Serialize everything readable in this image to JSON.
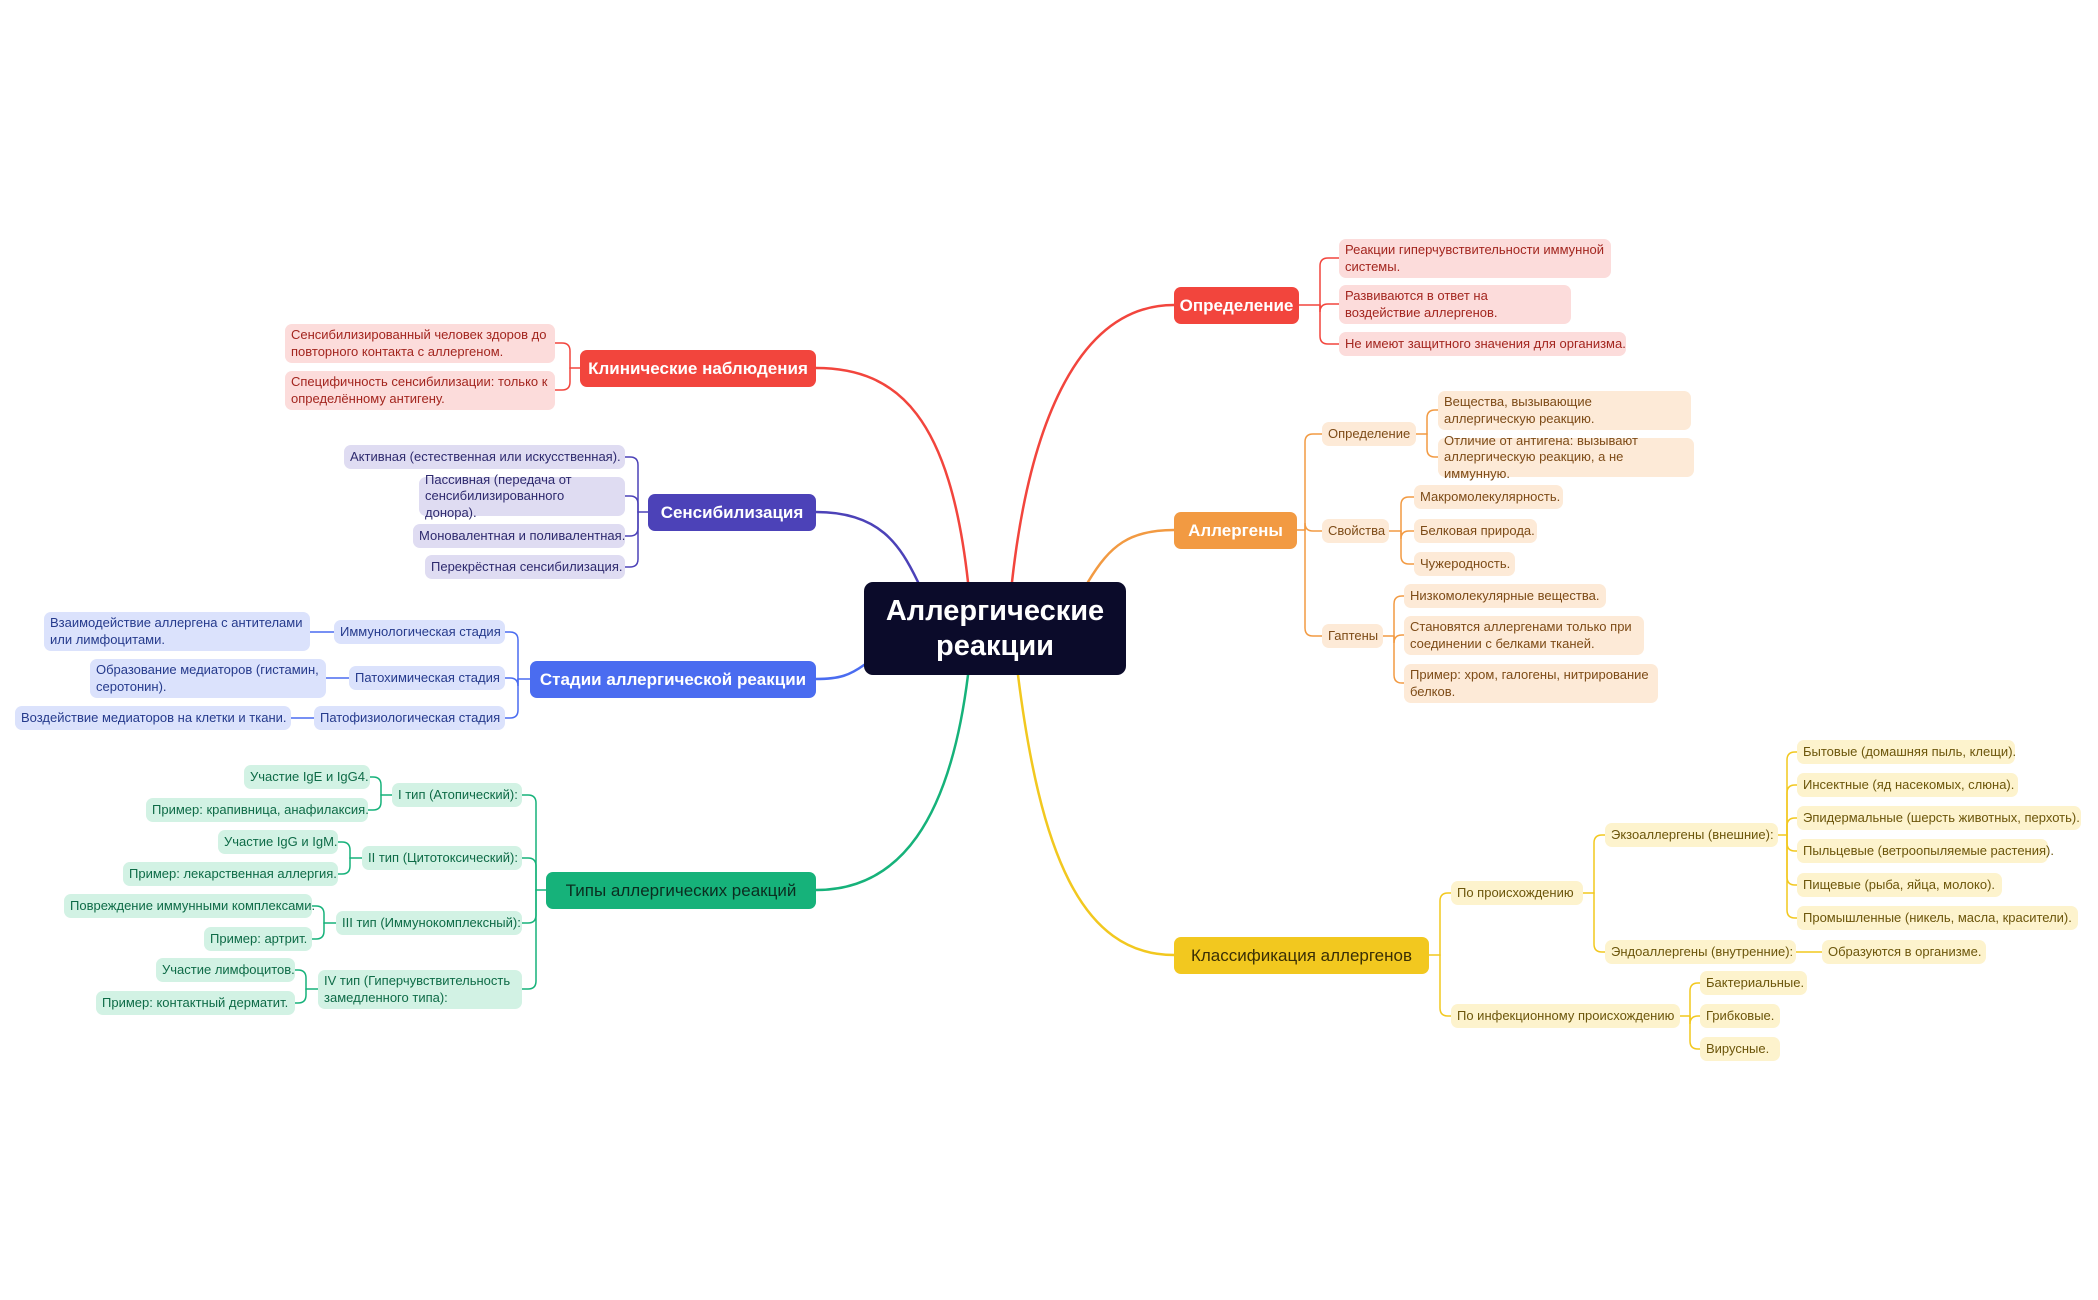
{
  "colors": {
    "red": "#f2453d",
    "red_light": "#fcdcdb",
    "red_text": "#a3261f",
    "orange": "#f29a42",
    "orange_light": "#fdead7",
    "orange_text": "#7d4b17",
    "yellow": "#f2c81f",
    "yellow_light": "#fdf3cd",
    "yellow_text": "#6c560b",
    "purple": "#4c42b8",
    "purple_light": "#dfdcf2",
    "purple_text": "#2e2a6e",
    "blue": "#4a6cf0",
    "blue_light": "#dbe2fc",
    "blue_text": "#253a8c",
    "green": "#16b27a",
    "green_light": "#d2f2e4",
    "green_text": "#0e6b47"
  },
  "center": "Аллергические реакции",
  "right": {
    "definition": {
      "title": "Определение",
      "items": [
        "Реакции гиперчувствительности иммунной системы.",
        "Развиваются в ответ на воздействие аллергенов.",
        "Не имеют защитного значения для организма."
      ]
    },
    "allergens": {
      "title": "Аллергены",
      "definition": {
        "title": "Определение",
        "items": [
          "Вещества, вызывающие аллергическую реакцию.",
          "Отличие от антигена: вызывают аллергическую реакцию, а не иммунную."
        ]
      },
      "properties": {
        "title": "Свойства",
        "items": [
          "Макромолекулярность.",
          "Белковая природа.",
          "Чужеродность."
        ]
      },
      "haptens": {
        "title": "Гаптены",
        "items": [
          "Низкомолекулярные вещества.",
          "Становятся аллергенами только при соединении с белками тканей.",
          "Пример: хром, галогены, нитрирование белков."
        ]
      }
    },
    "classification": {
      "title": "Классификация аллергенов",
      "by_origin": {
        "title": "По происхождению",
        "exo": {
          "title": "Экзоаллергены (внешние):",
          "items": [
            "Бытовые (домашняя пыль, клещи).",
            "Инсектные (яд насекомых, слюна).",
            "Эпидермальные (шерсть животных, перхоть).",
            "Пыльцевые (ветроопыляемые растения).",
            "Пищевые (рыба, яйца, молоко).",
            "Промышленные (никель, масла, красители)."
          ]
        },
        "endo": {
          "title": "Эндоаллергены (внутренние):",
          "items": [
            "Образуются в организме."
          ]
        }
      },
      "by_infection": {
        "title": "По инфекционному происхождению",
        "items": [
          "Бактериальные.",
          "Грибковые.",
          "Вирусные."
        ]
      }
    }
  },
  "left": {
    "clinical": {
      "title": "Клинические наблюдения",
      "items": [
        "Сенсибилизированный человек здоров до повторного контакта с аллергеном.",
        "Специфичность сенсибилизации: только к определённому антигену."
      ]
    },
    "sensitization": {
      "title": "Сенсибилизация",
      "items": [
        "Активная (естественная или искусственная).",
        "Пассивная (передача от сенсибилизированного донора).",
        "Моновалентная и поливалентная.",
        "Перекрёстная сенсибилизация."
      ]
    },
    "stages": {
      "title": "Стадии аллергической реакции",
      "items": [
        {
          "title": "Иммунологическая стадия",
          "detail": "Взаимодействие аллергена с антителами или лимфоцитами."
        },
        {
          "title": "Патохимическая стадия",
          "detail": "Образование медиаторов (гистамин, серотонин)."
        },
        {
          "title": "Патофизиологическая стадия",
          "detail": "Воздействие медиаторов на клетки и ткани."
        }
      ]
    },
    "types": {
      "title": "Типы аллергических реакций",
      "items": [
        {
          "title": "I тип (Атопический):",
          "details": [
            "Участие IgE и IgG4.",
            "Пример: крапивница, анафилаксия."
          ]
        },
        {
          "title": "II тип (Цитотоксический):",
          "details": [
            "Участие IgG и IgM.",
            "Пример: лекарственная аллергия."
          ]
        },
        {
          "title": "III тип (Иммунокомплексный):",
          "details": [
            "Повреждение иммунными комплексами.",
            "Пример: артрит."
          ]
        },
        {
          "title": "IV тип (Гиперчувствительность замедленного типа):",
          "details": [
            "Участие лимфоцитов.",
            "Пример: контактный дерматит."
          ]
        }
      ]
    }
  }
}
